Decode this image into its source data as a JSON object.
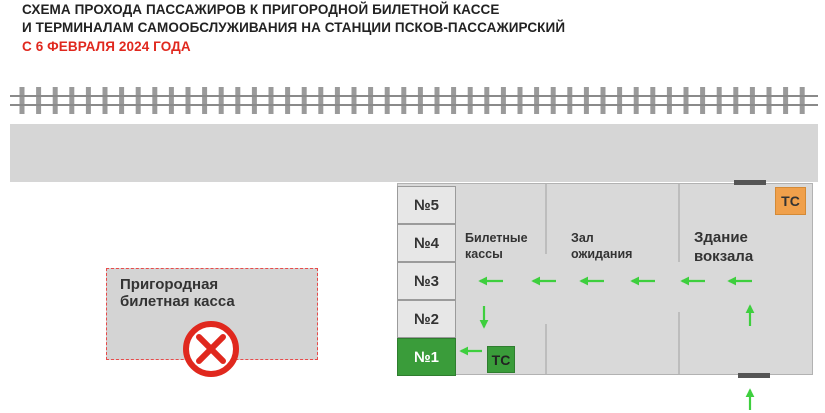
{
  "header": {
    "line1": "СХЕМА ПРОХОДА ПАССАЖИРОВ К ПРИГОРОДНОЙ БИЛЕТНОЙ КАССЕ",
    "line2": "И ТЕРМИНАЛАМ САМООБСЛУЖИВАНИЯ НА СТАНЦИИ ПСКОВ-ПАССАЖИРСКИЙ",
    "date": "С 6 ФЕВРАЛЯ  2024 ГОДА"
  },
  "windows": [
    {
      "label": "№5",
      "active": false
    },
    {
      "label": "№4",
      "active": false
    },
    {
      "label": "№3",
      "active": false
    },
    {
      "label": "№2",
      "active": false
    },
    {
      "label": "№1",
      "active": true
    }
  ],
  "rooms": {
    "ticket_office": [
      "Билетные",
      "кассы"
    ],
    "waiting_hall": [
      "Зал",
      "ожидания"
    ],
    "station_building": [
      "Здание",
      "вокзала"
    ]
  },
  "terminals": {
    "top": "ТС",
    "bottom": "ТС"
  },
  "closed_office": {
    "label": [
      "Пригородная",
      "билетная касса"
    ],
    "status_icon": "prohibited-icon"
  },
  "colors": {
    "title": "#222222",
    "date": "#e0281e",
    "active_window": "#3a9c3a",
    "route_arrow": "#3ecf3e",
    "terminal_top": "#f0a04b",
    "prohibited": "#e0281e"
  }
}
